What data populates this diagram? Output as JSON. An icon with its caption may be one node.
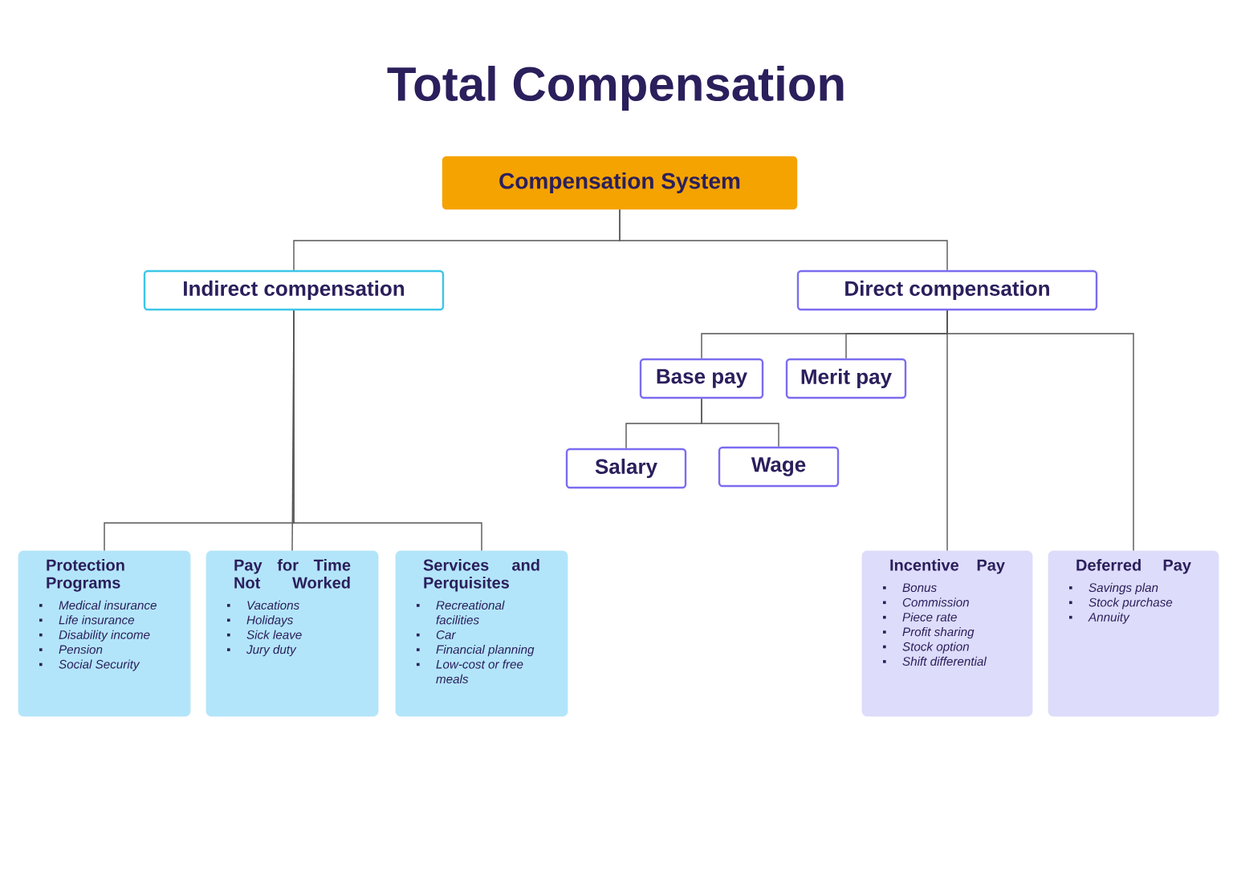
{
  "diagram": {
    "title": "Total Compensation",
    "nodes": [
      {
        "text": [
          "Compensation System"
        ]
      },
      {
        "text": [
          "Indirect compensation"
        ]
      },
      {
        "text": [
          "Direct compensation"
        ]
      },
      {
        "text": [
          "Base pay"
        ]
      },
      {
        "text": [
          "Merit pay"
        ]
      },
      {
        "text": [
          "Salary"
        ]
      },
      {
        "text": [
          "Wage"
        ]
      },
      {
        "text": [
          "Protection Programs",
          "Medical insurance",
          "Life insurance",
          "Disability income",
          "Pension",
          "Social Security"
        ]
      },
      {
        "text": [
          "Pay for Time Not Worked",
          "Vacations",
          "Holidays",
          "Sick leave",
          "Jury duty"
        ]
      },
      {
        "text": [
          "Services and Perquisites",
          "Recreational facilities",
          "Car",
          "Financial planning",
          "Low-cost or free meals"
        ]
      },
      {
        "text": [
          "Incentive Pay",
          "Bonus",
          "Commission",
          "Piece rate",
          "Profit sharing",
          "Stock option",
          "Shift differential"
        ]
      },
      {
        "text": [
          "Deferred Pay",
          "Savings plan",
          "Stock purchase",
          "Annuity"
        ]
      }
    ],
    "edges": [
      {
        "from": 0,
        "to": 1,
        "arrow": "none"
      },
      {
        "from": 0,
        "to": 2,
        "arrow": "none"
      },
      {
        "from": 1,
        "to": 7,
        "arrow": "none"
      },
      {
        "from": 1,
        "to": 8,
        "arrow": "none"
      },
      {
        "from": 1,
        "to": 9,
        "arrow": "none"
      },
      {
        "from": 2,
        "to": 3,
        "arrow": "none"
      },
      {
        "from": 2,
        "to": 4,
        "arrow": "none"
      },
      {
        "from": 2,
        "to": 10,
        "arrow": "none"
      },
      {
        "from": 2,
        "to": 11,
        "arrow": "none"
      },
      {
        "from": 3,
        "to": 5,
        "arrow": "none"
      },
      {
        "from": 3,
        "to": 6,
        "arrow": "none"
      }
    ]
  }
}
